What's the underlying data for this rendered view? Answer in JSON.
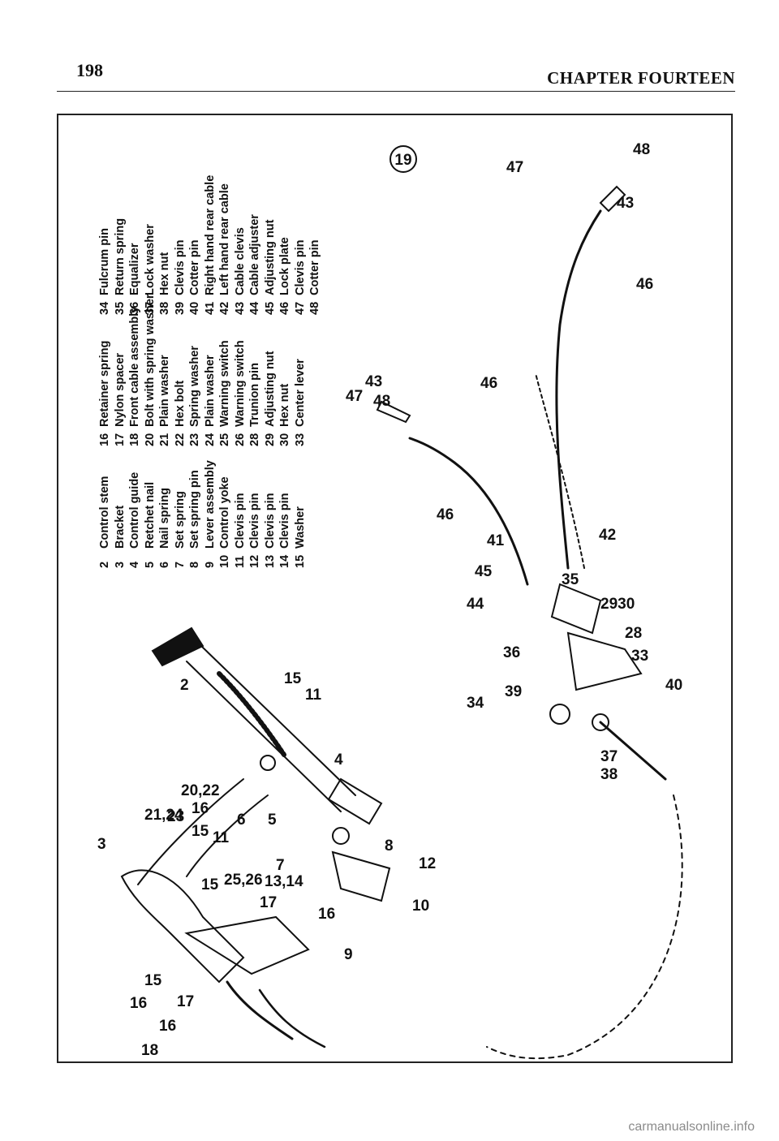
{
  "header": {
    "page_number": "198",
    "chapter_title": "CHAPTER FOURTEEN"
  },
  "figure": {
    "number": "19",
    "legend": [
      [
        {
          "num": "2",
          "name": "Control stem"
        },
        {
          "num": "3",
          "name": "Bracket"
        },
        {
          "num": "4",
          "name": "Control guide"
        },
        {
          "num": "5",
          "name": "Retchet nail"
        },
        {
          "num": "6",
          "name": "Nail spring"
        },
        {
          "num": "7",
          "name": "Set spring"
        },
        {
          "num": "8",
          "name": "Set spring pin"
        },
        {
          "num": "9",
          "name": "Lever assembly"
        },
        {
          "num": "10",
          "name": "Control yoke"
        },
        {
          "num": "11",
          "name": "Clevis pin"
        },
        {
          "num": "12",
          "name": "Clevis pin"
        },
        {
          "num": "13",
          "name": "Clevis pin"
        },
        {
          "num": "14",
          "name": "Clevis pin"
        },
        {
          "num": "15",
          "name": "Washer"
        }
      ],
      [
        {
          "num": "16",
          "name": "Retainer spring"
        },
        {
          "num": "17",
          "name": "Nylon spacer"
        },
        {
          "num": "18",
          "name": "Front cable assembly"
        },
        {
          "num": "20",
          "name": "Bolt with spring washer"
        },
        {
          "num": "21",
          "name": "Plain washer"
        },
        {
          "num": "22",
          "name": "Hex bolt"
        },
        {
          "num": "23",
          "name": "Spring washer"
        },
        {
          "num": "24",
          "name": "Plain washer"
        },
        {
          "num": "25",
          "name": "Warning switch"
        },
        {
          "num": "26",
          "name": "Warning switch"
        },
        {
          "num": "28",
          "name": "Trunion pin"
        },
        {
          "num": "29",
          "name": "Adjusting nut"
        },
        {
          "num": "30",
          "name": "Hex nut"
        },
        {
          "num": "33",
          "name": "Center lever"
        }
      ],
      [
        {
          "num": "34",
          "name": "Fulcrum pin"
        },
        {
          "num": "35",
          "name": "Return spring"
        },
        {
          "num": "36",
          "name": "Equalizer"
        },
        {
          "num": "37",
          "name": "Lock washer"
        },
        {
          "num": "38",
          "name": "Hex nut"
        },
        {
          "num": "39",
          "name": "Clevis pin"
        },
        {
          "num": "40",
          "name": "Cotter pin"
        },
        {
          "num": "41",
          "name": "Right hand rear cable"
        },
        {
          "num": "42",
          "name": "Left hand rear cable"
        },
        {
          "num": "43",
          "name": "Cable clevis"
        },
        {
          "num": "44",
          "name": "Cable adjuster"
        },
        {
          "num": "45",
          "name": "Adjusting nut"
        },
        {
          "num": "46",
          "name": "Lock plate"
        },
        {
          "num": "47",
          "name": "Clevis pin"
        },
        {
          "num": "48",
          "name": "Cotter pin"
        }
      ]
    ],
    "callouts": {
      "n2": "2",
      "n3": "3",
      "n4": "4",
      "n5": "5",
      "n6": "6",
      "n7": "7",
      "n8": "8",
      "n9": "9",
      "n10": "10",
      "n11a": "11",
      "n11b": "11",
      "n12": "12",
      "n13_14": "13,14",
      "n15a": "15",
      "n15b": "15",
      "n15c": "15",
      "n15d": "15",
      "n16a": "16",
      "n16b": "16",
      "n16c": "16",
      "n16d": "16",
      "n17a": "17",
      "n17b": "17",
      "n18": "18",
      "n20_22": "20,22",
      "n21_24": "21,24",
      "n23": "23",
      "n25_26": "25,26",
      "n28": "28",
      "n29_30": "2930",
      "n33": "33",
      "n34": "34",
      "n35": "35",
      "n36": "36",
      "n37": "37",
      "n38": "38",
      "n39": "39",
      "n40": "40",
      "n41": "41",
      "n42": "42",
      "n43a": "43",
      "n43b": "43",
      "n44": "44",
      "n45": "45",
      "n46a": "46",
      "n46b": "46",
      "n46c": "46",
      "n47a": "47",
      "n47b": "47",
      "n48a": "48",
      "n48b": "48"
    }
  },
  "watermark": "carmanualsonline.info"
}
